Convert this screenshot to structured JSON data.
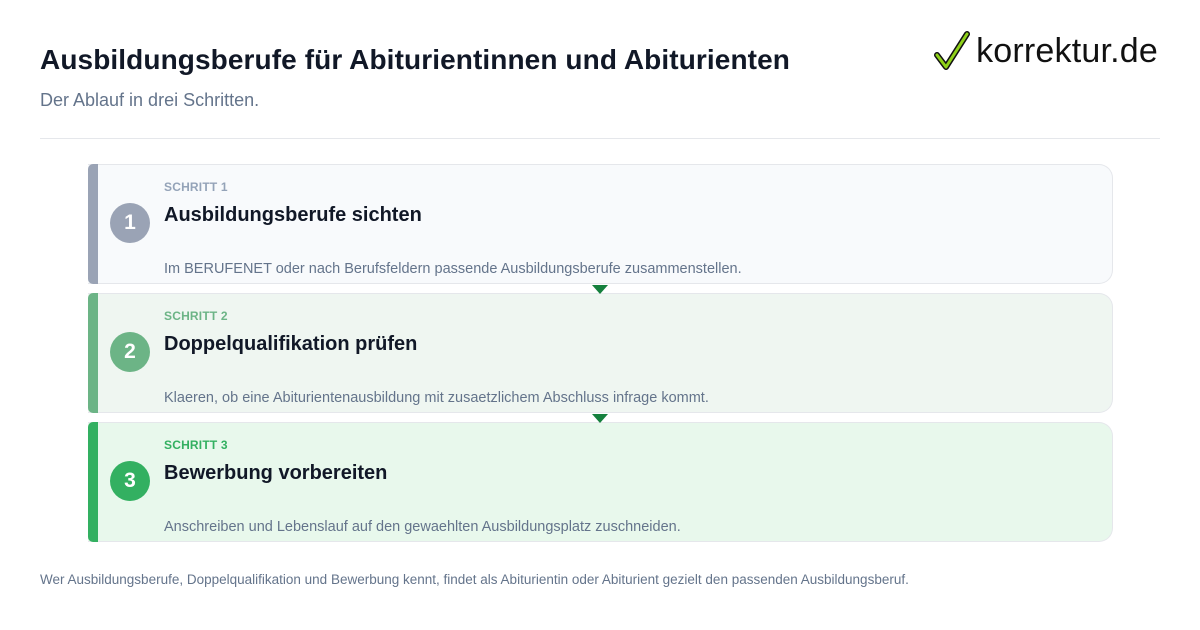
{
  "header": {
    "title": "Ausbildungsberufe für Abiturientinnen und Abiturienten",
    "subtitle": "Der Ablauf in drei Schritten."
  },
  "logo": {
    "text": "korrektur.de",
    "icon": "check-mark-icon"
  },
  "steps": [
    {
      "number": "1",
      "label": "SCHRITT 1",
      "title": "Ausbildungsberufe sichten",
      "description": "Im BERUFENET oder nach Berufsfeldern passende Ausbildungsberufe zusammenstellen.",
      "color": "#9aa3b5"
    },
    {
      "number": "2",
      "label": "SCHRITT 2",
      "title": "Doppelqualifikation prüfen",
      "description": "Klaeren, ob eine Abiturientenausbildung mit zusaetzlichem Abschluss infrage kommt.",
      "color": "#6cb486"
    },
    {
      "number": "3",
      "label": "SCHRITT 3",
      "title": "Bewerbung vorbereiten",
      "description": "Anschreiben und Lebenslauf auf den gewaehlten Ausbildungsplatz zuschneiden.",
      "color": "#33b061"
    }
  ],
  "footer": {
    "text": "Wer Ausbildungsberufe, Doppelqualifikation und Bewerbung kennt, findet als Abiturientin oder Abiturient gezielt den passenden Ausbildungsberuf."
  }
}
